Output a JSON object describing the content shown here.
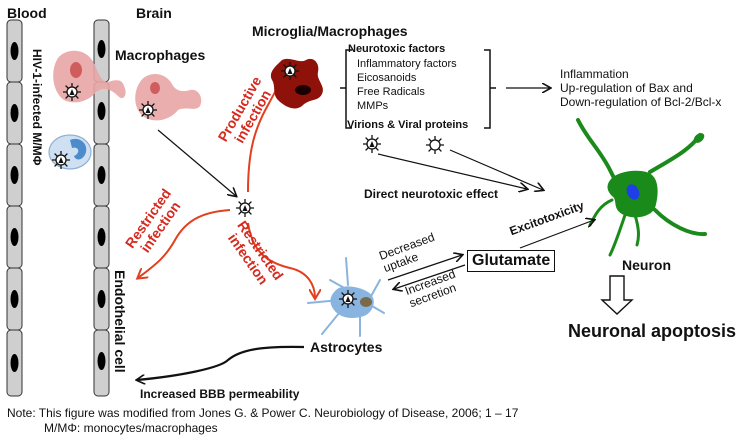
{
  "headers": {
    "blood": "Blood",
    "brain": "Brain"
  },
  "labels": {
    "hiv_infected": "HIV-1-infected M/MΦ",
    "macrophages": "Macrophages",
    "microglia": "Microglia/Macrophages",
    "endothelial": "Endothelial cell",
    "astrocytes": "Astrocytes",
    "neuron": "Neuron",
    "neuronal_apoptosis": "Neuronal apoptosis",
    "glutamate": "Glutamate",
    "direct_effect": "Direct neurotoxic effect",
    "bbb": "Increased BBB permeability",
    "excitotoxicity": "Excitotoxicity"
  },
  "infection": {
    "productive": [
      "Productive",
      "infection"
    ],
    "restricted_left": [
      "Restricted",
      "infection"
    ],
    "restricted_down": [
      "Restricted",
      "infection"
    ]
  },
  "factors": {
    "heading": "Neurotoxic factors",
    "items": [
      "Inflammatory factors",
      "Eicosanoids",
      "Free Radicals",
      "MMPs"
    ],
    "virions": "Virions & Viral proteins"
  },
  "outcomes": [
    "Inflammation",
    "Up-regulation of Bax and",
    "Down-regulation of Bcl-2/Bcl-x"
  ],
  "glutamate_arrows": {
    "decreased": [
      "Decreased",
      "uptake"
    ],
    "increased": [
      "Increased",
      "secretion"
    ]
  },
  "note": {
    "line1": "Note: This figure was modified from Jones G. & Power C. Neurobiology of Disease, 2006; 1 – 17",
    "line2": "M/MΦ: monocytes/macrophages"
  },
  "colors": {
    "red_arrow": "#e2401f",
    "red_text": "#d62a1e",
    "macrophage_pink": "#e9a5a5",
    "microglia_dark": "#8e1209",
    "astrocyte_blue": "#8ab4e0",
    "neuron_green": "#1a8a1a",
    "nucleus_blue": "#1f3fe6",
    "endothelial_gray": "#cfcfcf"
  }
}
